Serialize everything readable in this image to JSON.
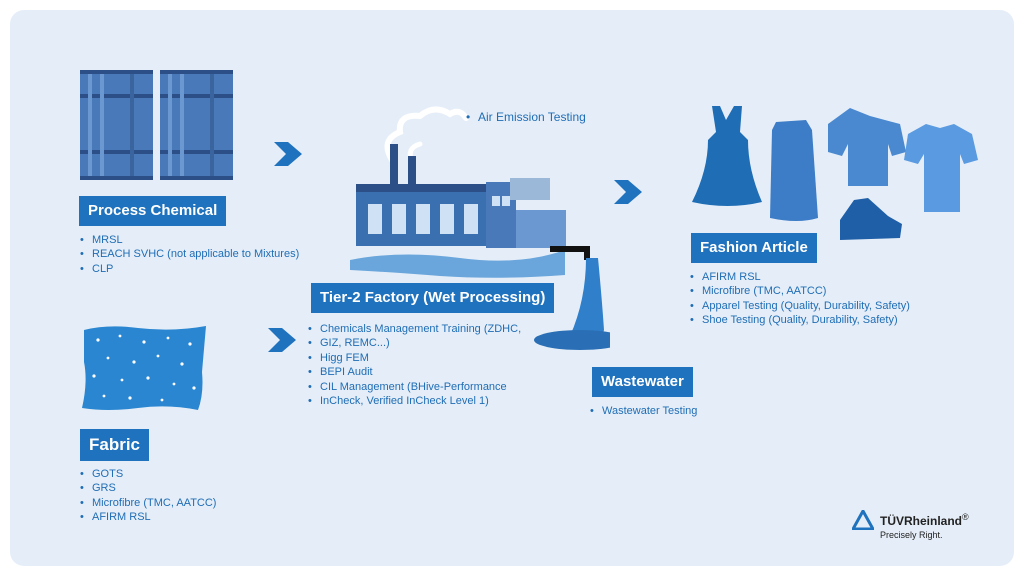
{
  "process_chemical": {
    "title": "Process Chemical",
    "items": [
      "MRSL",
      " REACH SVHC (not applicable to Mixtures)",
      "CLP"
    ]
  },
  "fabric": {
    "title": "Fabric",
    "items": [
      "GOTS",
      "GRS",
      "Microfibre (TMC, AATCC)",
      "AFIRM RSL"
    ]
  },
  "factory": {
    "title": "Tier-2 Factory (Wet Processing)",
    "items": [
      "Chemicals Management Training (ZDHC,",
      "GIZ, REMC...)",
      "Higg FEM",
      "BEPI Audit",
      "CIL Management (BHive-Performance",
      "InCheck, Verified InCheck Level 1)"
    ],
    "air_emission": "Air Emission Testing"
  },
  "wastewater": {
    "title": "Wastewater",
    "items": [
      "Wastewater Testing"
    ]
  },
  "fashion_article": {
    "title": "Fashion Article",
    "items": [
      "AFIRM RSL",
      "Microfibre  (TMC, AATCC)",
      "Apparel Testing (Quality, Durability, Safety)",
      "Shoe Testing (Quality, Durability, Safety)"
    ]
  },
  "brand": {
    "name": "TÜVRheinland",
    "registered": "®",
    "tagline": "Precisely Right."
  },
  "colors": {
    "accent": "#1f72bd",
    "panel": "#e5eef8",
    "text": "#1f6db5"
  }
}
